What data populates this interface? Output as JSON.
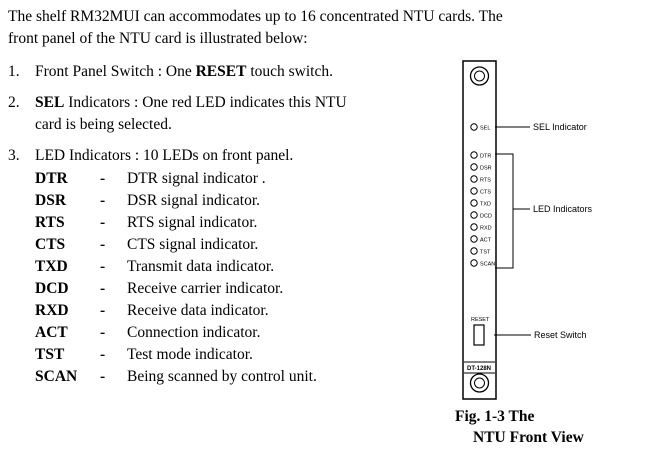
{
  "intro": {
    "line1": "The shelf RM32MUI can accommodates up to 16 concentrated NTU cards. The",
    "line2": "front panel of the NTU card is illustrated below:"
  },
  "items": {
    "item1": {
      "num": "1.",
      "prefix": "Front Panel Switch : One ",
      "bold": "RESET",
      "suffix": " touch switch."
    },
    "item2": {
      "num": "2.",
      "bold": "SEL",
      "suffix": " Indicators : One red LED indicates this NTU",
      "line2": "card is being selected."
    },
    "item3": {
      "num": "3.",
      "text": "LED Indicators : 10 LEDs on front panel."
    }
  },
  "signals": [
    {
      "name": "DTR",
      "dash": "-",
      "desc": "DTR signal indicator ."
    },
    {
      "name": "DSR",
      "dash": "-",
      "desc": "DSR signal indicator."
    },
    {
      "name": "RTS",
      "dash": "-",
      "desc": "RTS signal indicator."
    },
    {
      "name": "CTS",
      "dash": "-",
      "desc": "CTS signal indicator."
    },
    {
      "name": "TXD",
      "dash": "-",
      "desc": "Transmit data indicator."
    },
    {
      "name": "DCD",
      "dash": "-",
      "desc": "Receive carrier indicator."
    },
    {
      "name": "RXD",
      "dash": "-",
      "desc": "Receive data indicator."
    },
    {
      "name": "ACT",
      "dash": "-",
      "desc": "Connection indicator."
    },
    {
      "name": "TST",
      "dash": "-",
      "desc": "Test mode indicator."
    },
    {
      "name": "SCAN",
      "dash": "-",
      "desc": "Being scanned by control unit."
    }
  ],
  "figure": {
    "sel_led_label": "SEL",
    "sel_callout": "SEL Indicator",
    "led_labels": [
      "DTR",
      "DSR",
      "RTS",
      "CTS",
      "TXD",
      "DCD",
      "RXD",
      "ACT",
      "TST",
      "SCAN"
    ],
    "led_callout": "LED Indicators",
    "reset_label": "RESET",
    "reset_callout": "Reset Switch",
    "model_label": "DT-128N",
    "caption_line1": "Fig. 1-3 The",
    "caption_line2": "NTU Front View"
  }
}
